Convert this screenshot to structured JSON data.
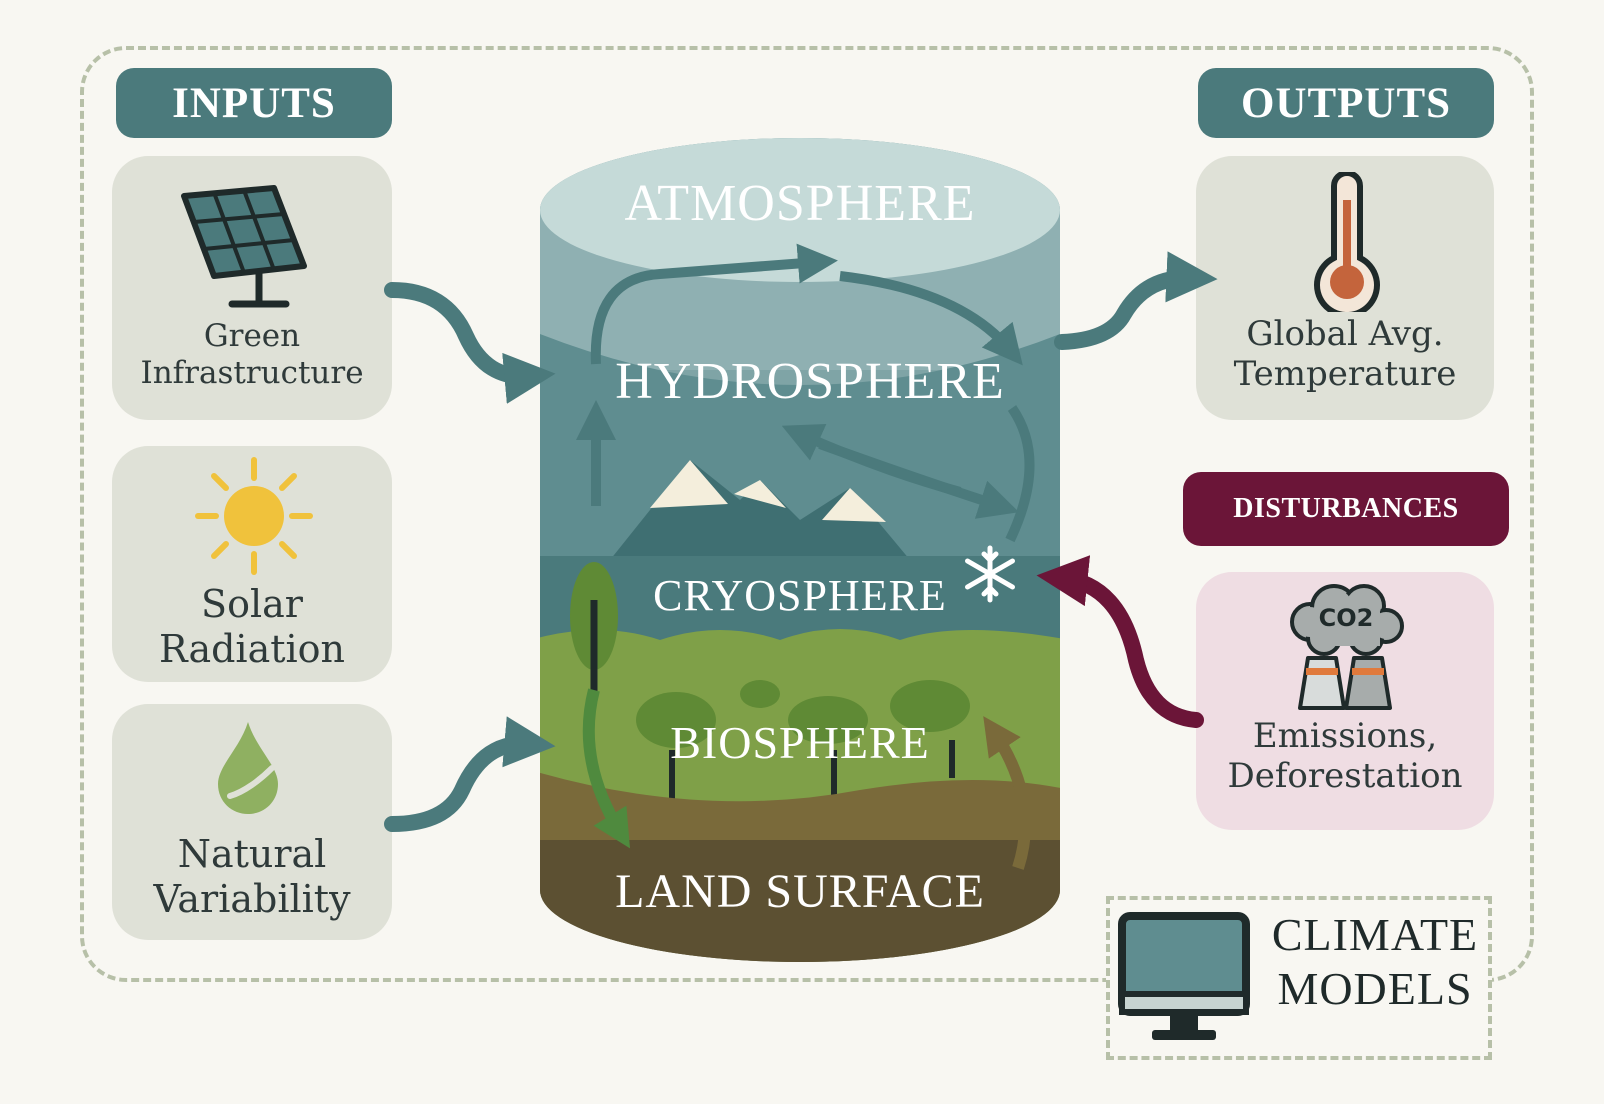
{
  "inputs": {
    "title": "INPUTS",
    "items": [
      {
        "label": "Green\nInfrastructure",
        "icon": "solar-panel-icon"
      },
      {
        "label": "Solar\nRadiation",
        "icon": "sun-icon"
      },
      {
        "label": "Natural\nVariability",
        "icon": "water-drop-icon"
      }
    ]
  },
  "outputs": {
    "title": "OUTPUTS",
    "items": [
      {
        "label": "Global Avg.\nTemperature",
        "icon": "thermometer-icon"
      }
    ]
  },
  "disturbances": {
    "title": "DISTURBANCES",
    "items": [
      {
        "label": "Emissions,\nDeforestation",
        "icon": "factory-co2-icon",
        "icon_text": "CO2"
      }
    ]
  },
  "layers": [
    "ATMOSPHERE",
    "HYDROSPHERE",
    "CRYOSPHERE",
    "BIOSPHERE",
    "LAND SURFACE"
  ],
  "footer": {
    "label": "CLIMATE\nMODELS",
    "icon": "monitor-icon"
  },
  "colors": {
    "pill": "#4b7a7c",
    "disturbance": "#6b1538",
    "arrow_teal": "#4b7a7c",
    "arrow_maroon": "#6b1538",
    "card": "#dfe1d7",
    "card_pink": "#efdde3"
  }
}
